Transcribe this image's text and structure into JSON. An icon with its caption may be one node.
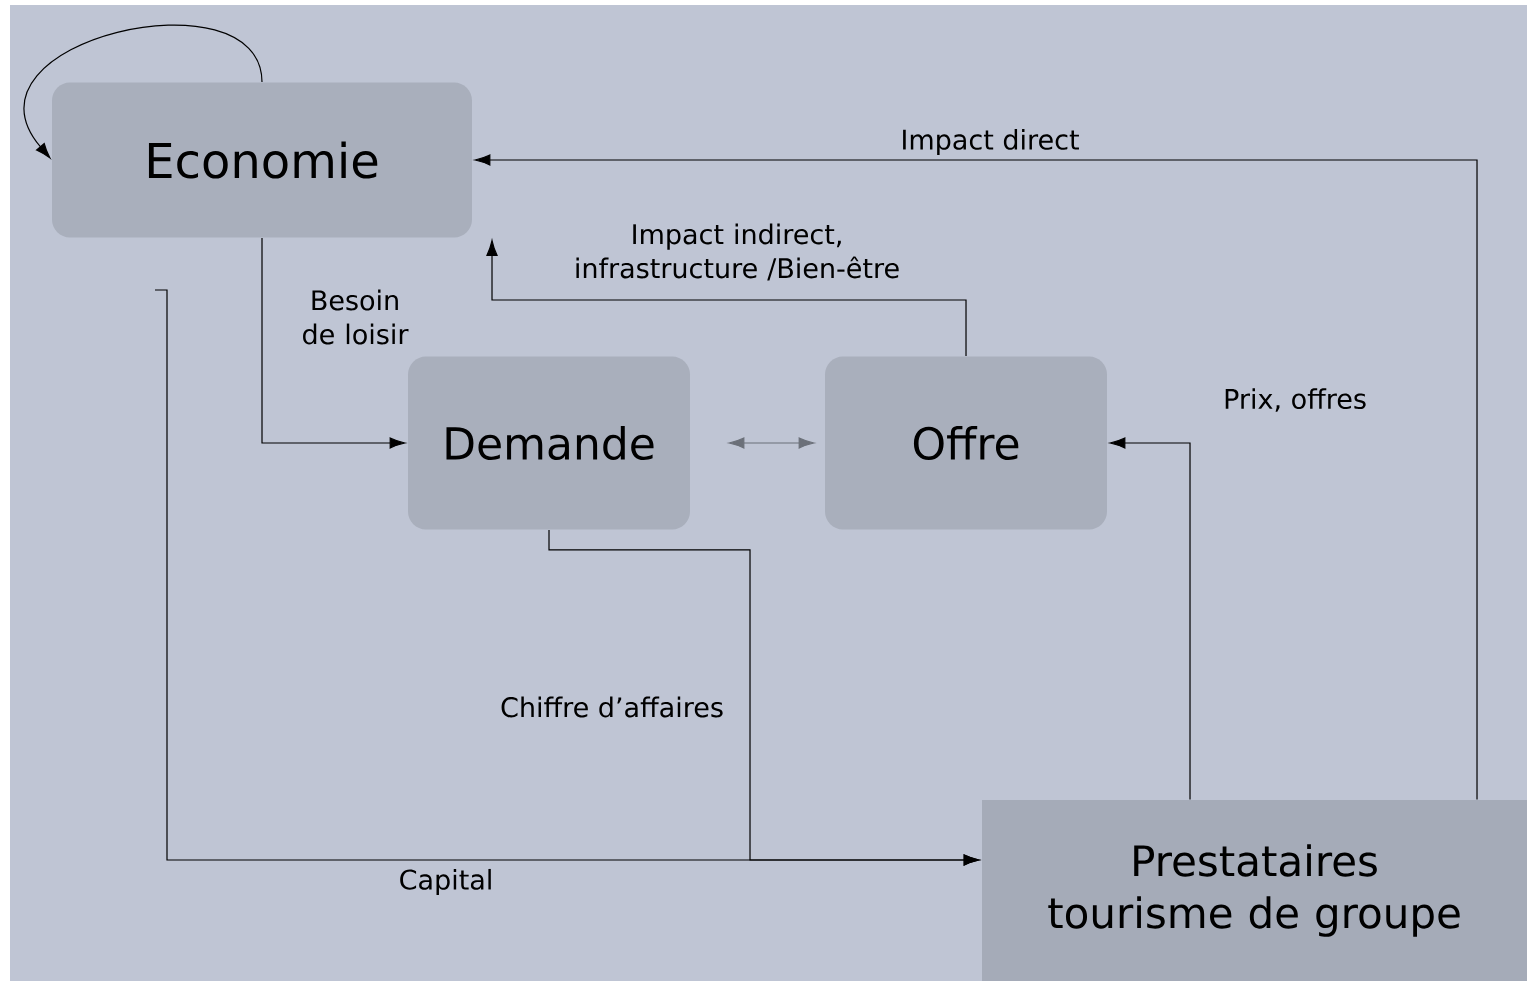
{
  "diagram": {
    "nodes": [
      {
        "text": [
          "Economie"
        ]
      },
      {
        "text": [
          "Demande"
        ]
      },
      {
        "text": [
          "Offre"
        ]
      },
      {
        "text": [
          "Prestataires tourisme de groupe"
        ]
      }
    ],
    "edges": [
      {
        "from": 0,
        "to": 0,
        "arrow": "to"
      },
      {
        "from": 0,
        "to": 1,
        "arrow": "to",
        "label": "Besoin de loisir"
      },
      {
        "from": 1,
        "to": 2,
        "arrow": "both",
        "color": "#6b7079"
      },
      {
        "from": 2,
        "to": 0,
        "arrow": "to",
        "label": "Impact indirect, infrastructure /Bien-être"
      },
      {
        "from": 3,
        "to": 0,
        "arrow": "to",
        "label": "Impact direct"
      },
      {
        "from": 3,
        "to": 2,
        "arrow": "to",
        "label": "Prix, offres"
      },
      {
        "from": 1,
        "to": 3,
        "arrow": "to",
        "label": "Chiffre d’affaires"
      },
      {
        "from": null,
        "to": 3,
        "arrow": "to",
        "label": "Capital"
      }
    ]
  }
}
